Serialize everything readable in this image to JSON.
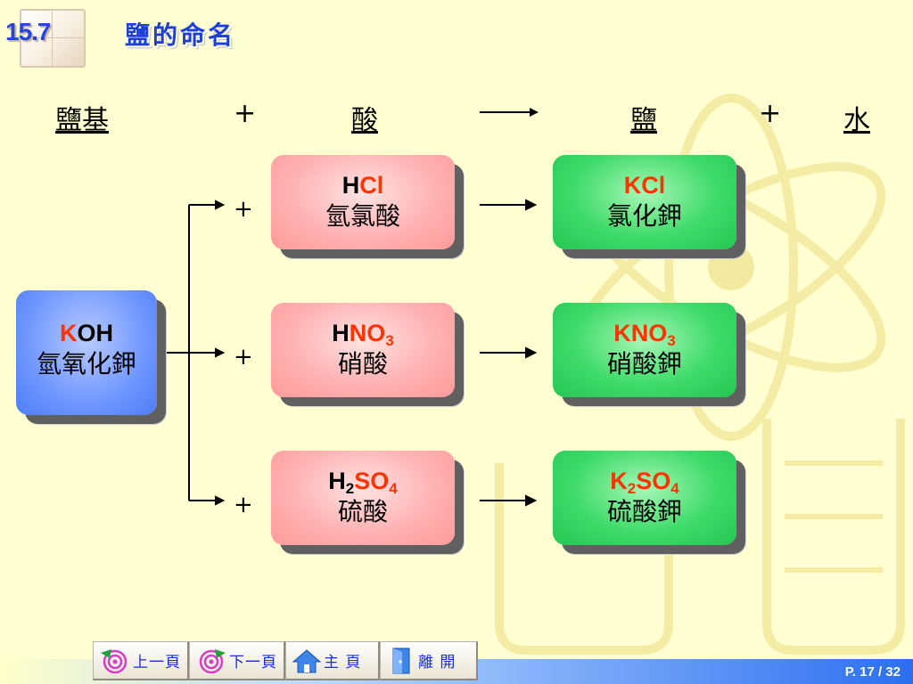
{
  "header": {
    "section_number": "15.7",
    "title": "鹽的命名"
  },
  "equation": {
    "base": "鹽基",
    "plus1": "+",
    "acid": "酸",
    "salt": "鹽",
    "plus2": "+",
    "water": "水"
  },
  "base_box": {
    "formula_k": "K",
    "formula_rest": "OH",
    "name": "氫氧化鉀"
  },
  "reactions": [
    {
      "plus": "+",
      "acid_name": "氫氯酸",
      "salt_name": "氯化鉀"
    },
    {
      "plus": "+",
      "acid_name": "硝酸",
      "salt_name": "硝酸鉀"
    },
    {
      "plus": "+",
      "acid_name": "硫酸",
      "salt_name": "硫酸鉀"
    }
  ],
  "formulas": {
    "hcl": {
      "h": "H",
      "rest": "Cl"
    },
    "kcl": {
      "text": "KCl"
    },
    "hno3": {
      "h": "H",
      "no": "NO",
      "sub": "3"
    },
    "kno3": {
      "kno": "KNO",
      "sub": "3"
    },
    "h2so4": {
      "h": "H",
      "sub1": "2",
      "so": "SO",
      "sub2": "4"
    },
    "k2so4": {
      "k": "K",
      "sub1": "2",
      "so": "SO",
      "sub2": "4"
    }
  },
  "nav": {
    "prev_label": "上一頁",
    "next_label": "下一頁",
    "home_label": "主 頁",
    "exit_label": "離 開"
  },
  "page_number": "P. 17 / 32",
  "colors": {
    "title": "#1e3fd5",
    "highlight": "#ff3300",
    "base_box": "#6f97ff",
    "acid_box": "#ffb2b2",
    "salt_box": "#3fdb6a"
  }
}
